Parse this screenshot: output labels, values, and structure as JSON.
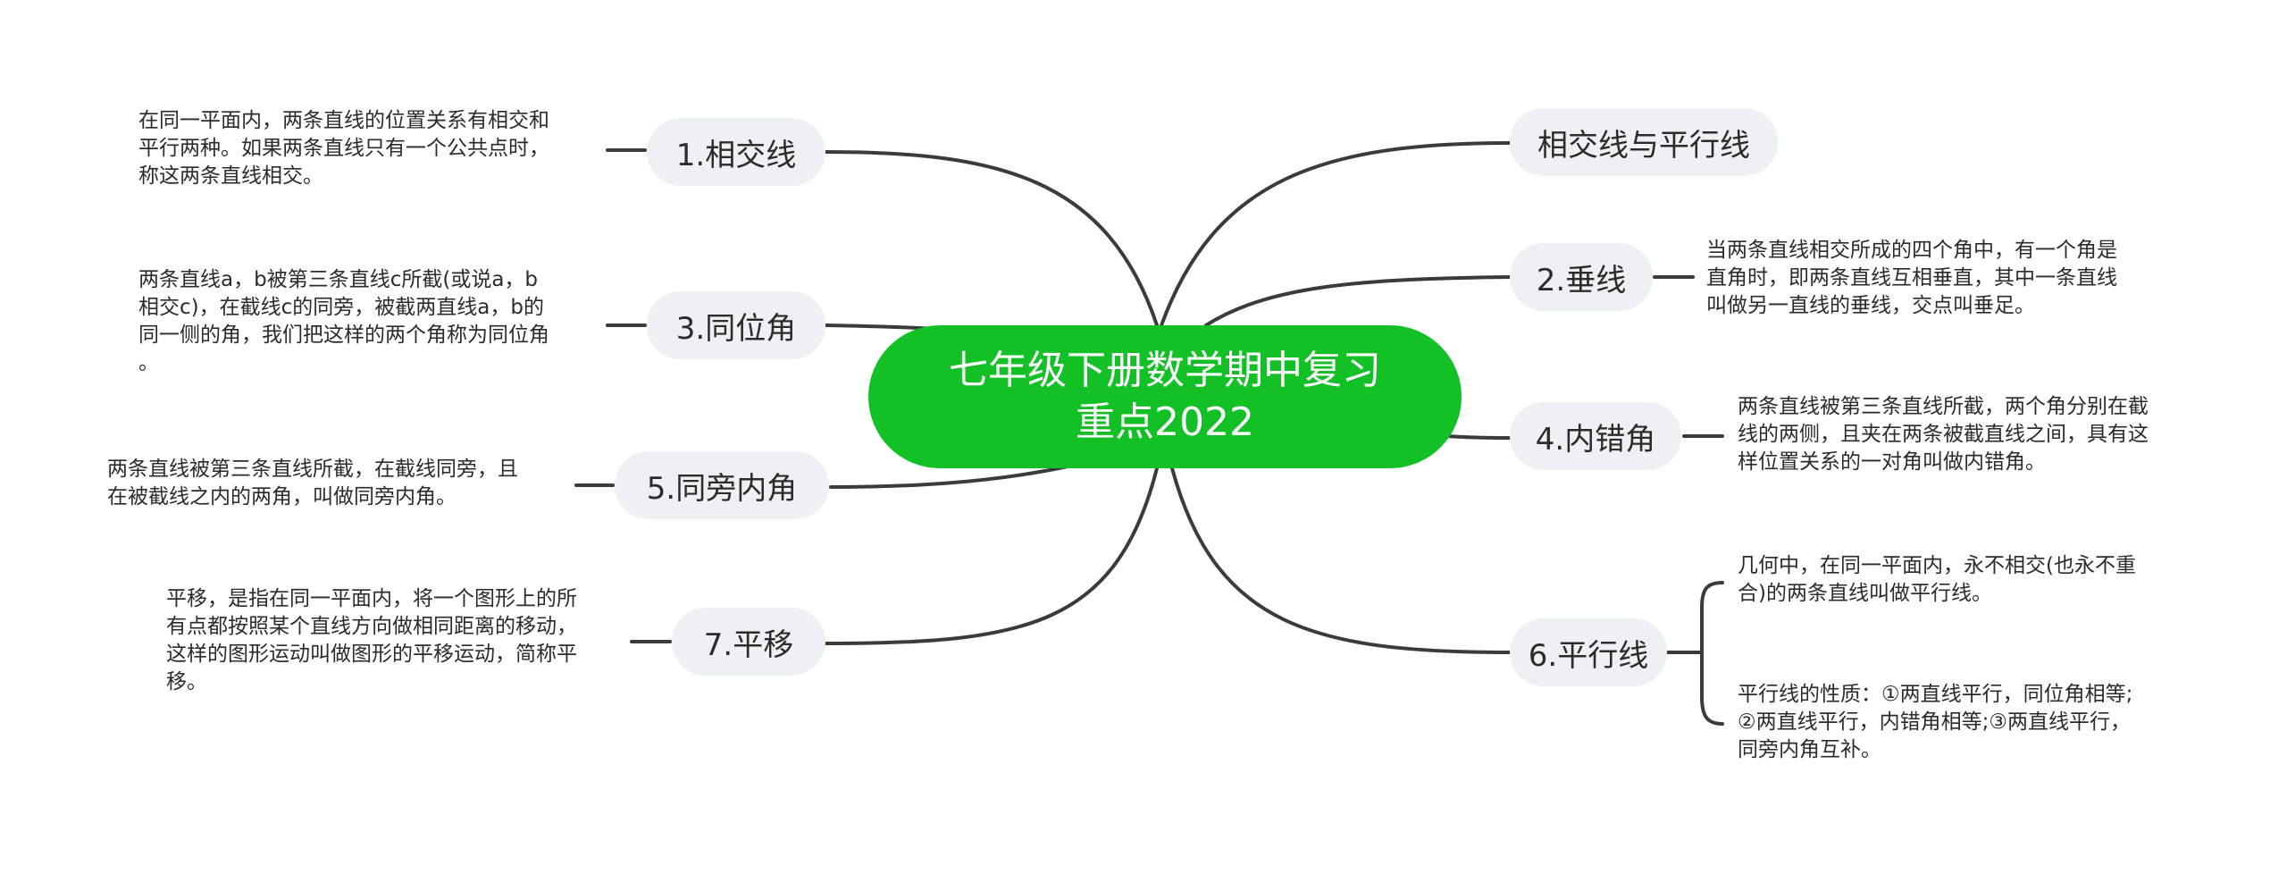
{
  "colors": {
    "center_fill": "#13c126",
    "center_text": "#ffffff",
    "topic_fill": "#edf0f4",
    "line": "#3b3b3b",
    "text": "#2b2b2b"
  },
  "center": {
    "title_line1": "七年级下册数学期中复习",
    "title_line2": "重点2022"
  },
  "topics": {
    "t1": {
      "label": "1.相交线",
      "note": "在同一平面内，两条直线的位置关系有相交和\n平行两种。如果两条直线只有一个公共点时，\n称这两条直线相交。"
    },
    "t3": {
      "label": "3.同位角",
      "note": "两条直线a，b被第三条直线c所截(或说a，b\n相交c)，在截线c的同旁，被截两直线a，b的\n同一侧的角，我们把这样的两个角称为同位角\n。"
    },
    "t5": {
      "label": "5.同旁内角",
      "note": "两条直线被第三条直线所截，在截线同旁，且\n在被截线之内的两角，叫做同旁内角。"
    },
    "t7": {
      "label": "7.平移",
      "note": "平移，是指在同一平面内，将一个图形上的所\n有点都按照某个直线方向做相同距离的移动，\n这样的图形运动叫做图形的平移运动，简称平\n移。"
    },
    "t0": {
      "label": "相交线与平行线"
    },
    "t2": {
      "label": "2.垂线",
      "note": "当两条直线相交所成的四个角中，有一个角是\n直角时，即两条直线互相垂直，其中一条直线\n叫做另一直线的垂线，交点叫垂足。"
    },
    "t4": {
      "label": "4.内错角",
      "note": "两条直线被第三条直线所截，两个角分别在截\n线的两侧，且夹在两条被截直线之间，具有这\n样位置关系的一对角叫做内错角。"
    },
    "t6": {
      "label": "6.平行线",
      "note_a": "几何中，在同一平面内，永不相交(也永不重\n合)的两条直线叫做平行线。",
      "note_b": "平行线的性质：①两直线平行，同位角相等;\n②两直线平行，内错角相等;③两直线平行，\n同旁内角互补。"
    }
  }
}
